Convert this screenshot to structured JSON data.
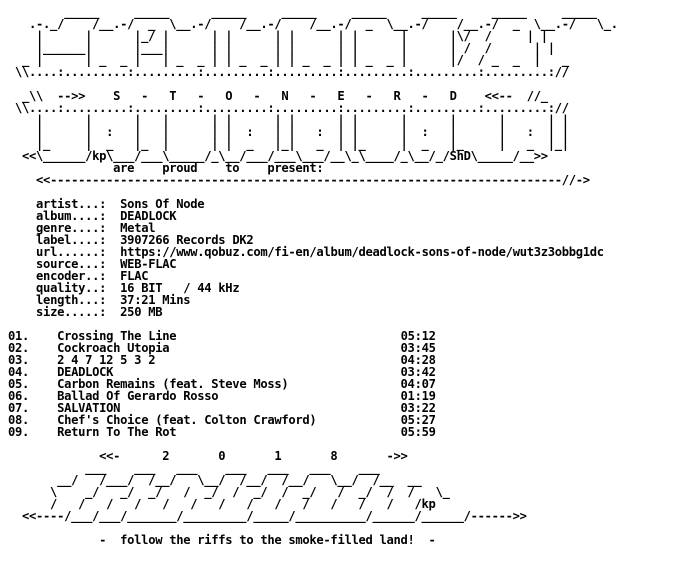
{
  "header_art": [
    "        _____     _____      _____     _____     _____     _____     _____     _____",
    "   .-._/    /__.-/  _  \\__.-/    /__.-/    /__.-/  _  \\__.-/    /__.-/  _  \\__.-/   \\_.",
    "    |      |      |_/ |      | |      | |      | |      |      |\\/  /     | |",
    "    |______|      |___|      | |      | |      | |      |      | /  /      | |",
    "  _ |      | _  _ |   | _  _ | | _  _ | | _  _ | | _  _ |      |/  / _  _  |   _",
    " \\\\....:.........:.........:.........:.........:.........:.........:.........://",
    "",
    "  _\\\\  -->>    S   -   T   -   O   -   N   -   E   -   R   -   D    <<--  //_",
    " \\\\....:.........:.........:.........:.........:.........:.........:.........://",
    "    |      |      |   |      | |      | |      | |      |      |      |      | |",
    "    |      |  :   |   |      | |  :   | |   :  | |      |  :   |      |   :  | |",
    "    |_     |  _   |_  |      | |  _   |_|   _  | |_     |  _   |_     |   _  |_|",
    "  <<\\______/kp\\___/___\\_____/_\\__/___/___\\___/__\\_\\____/_\\__/_/ShD\\_____/__>>"
  ],
  "tagline": "are    proud    to    present:",
  "divider": "<<-------------------------------------------------------------------------//->",
  "info": [
    {
      "label": "artist...:",
      "value": "Sons Of Node"
    },
    {
      "label": "album....:",
      "value": "DEADLOCK"
    },
    {
      "label": "genre....:",
      "value": "Metal"
    },
    {
      "label": "label....:",
      "value": "3907266 Records DK2"
    },
    {
      "label": "url......:",
      "value": "https://www.qobuz.com/fi-en/album/deadlock-sons-of-node/wut3z3obbg1dc"
    },
    {
      "label": "source...:",
      "value": "WEB-FLAC"
    },
    {
      "label": "encoder..:",
      "value": "FLAC"
    },
    {
      "label": "quality..:",
      "value": "16 BIT   / 44 kHz"
    },
    {
      "label": "length...:",
      "value": "37:21 Mins"
    },
    {
      "label": "size.....:",
      "value": "250 MB"
    }
  ],
  "tracks": [
    {
      "num": "01.",
      "title": "Crossing The Line",
      "duration": "05:12"
    },
    {
      "num": "02.",
      "title": "Cockroach Utopia",
      "duration": "03:45"
    },
    {
      "num": "03.",
      "title": "2 4 7 12 5 3 2",
      "duration": "04:28"
    },
    {
      "num": "04.",
      "title": "DEADLOCK",
      "duration": "03:42"
    },
    {
      "num": "05.",
      "title": "Carbon Remains (feat. Steve Moss)",
      "duration": "04:07"
    },
    {
      "num": "06.",
      "title": "Ballad Of Gerardo Rosso",
      "duration": "01:19"
    },
    {
      "num": "07.",
      "title": "SALVATION",
      "duration": "03:22"
    },
    {
      "num": "08.",
      "title": "Chef's Choice (feat. Colton Crawford)",
      "duration": "05:27"
    },
    {
      "num": "09.",
      "title": "Return To The Rot",
      "duration": "05:59"
    }
  ],
  "year_line": "<<-      2       0       1       8       ->>",
  "footer_art": [
    "           ___    ___   ___    ___   ___   ___    ___",
    "       __/   /___/  /__/   \\__/  /__/  /__/   \\__/  /__  __",
    "      \\    _/   _/  _/   /  _/  /  _/  /  _/   /  _/  /  /   \\_",
    "      /   /   /   /   /   /   /   /   /   /   /   /   /   /kp",
    "  <<----/___/___/_______/_________/_____/__________/______/______/------>>"
  ],
  "closing": "-  follow the riffs to the smoke-filled land!  -"
}
